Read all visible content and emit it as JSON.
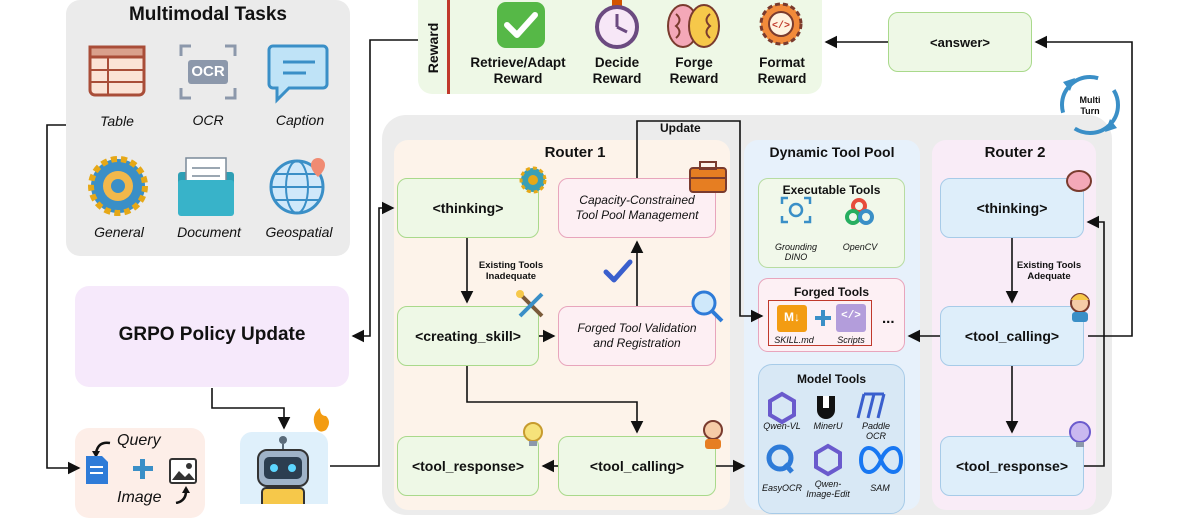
{
  "multimodal": {
    "title": "Multimodal Tasks",
    "tasks": [
      "Table",
      "OCR",
      "Caption",
      "General",
      "Document",
      "Geospatial"
    ],
    "ocr_badge": "OCR"
  },
  "reward": {
    "side_label": "Reward",
    "items": [
      {
        "line1": "Retrieve/Adapt",
        "line2": "Reward"
      },
      {
        "line1": "Decide",
        "line2": "Reward"
      },
      {
        "line1": "Forge",
        "line2": "Reward"
      },
      {
        "line1": "Format",
        "line2": "Reward"
      }
    ]
  },
  "answer": "<answer>",
  "multi_turn": {
    "line1": "Multi",
    "line2": "Turn"
  },
  "grpo": "GRPO Policy Update",
  "input": {
    "query": "Query",
    "image": "Image"
  },
  "update_label": "Update",
  "router1": {
    "title": "Router 1",
    "thinking": "<thinking>",
    "creating_skill": "<creating_skill>",
    "tool_response": "<tool_response>",
    "tool_calling": "<tool_calling>",
    "capacity": {
      "line1": "Capacity-Constrained",
      "line2": "Tool Pool Management"
    },
    "forged_validation": {
      "line1": "Forged Tool Validation",
      "line2": "and Registration"
    },
    "cond": {
      "line1": "Existing Tools",
      "line2": "Inadequate"
    }
  },
  "pool": {
    "title": "Dynamic Tool Pool",
    "executable": {
      "title": "Executable Tools",
      "tools": [
        {
          "line1": "Grounding",
          "line2": "DINO"
        },
        {
          "line1": "OpenCV",
          "line2": ""
        }
      ]
    },
    "forged": {
      "title": "Forged Tools",
      "md_badge": "M↓",
      "script_badge": "</>",
      "tools": [
        "SKILL.md",
        "Scripts"
      ],
      "more": "..."
    },
    "model": {
      "title": "Model Tools",
      "tools": [
        {
          "line1": "Qwen-VL",
          "line2": ""
        },
        {
          "line1": "MinerU",
          "line2": ""
        },
        {
          "line1": "Paddle",
          "line2": "OCR"
        },
        {
          "line1": "EasyOCR",
          "line2": ""
        },
        {
          "line1": "Qwen-",
          "line2": "Image-Edit"
        },
        {
          "line1": "SAM",
          "line2": ""
        }
      ]
    }
  },
  "router2": {
    "title": "Router 2",
    "thinking": "<thinking>",
    "tool_calling": "<tool_calling>",
    "tool_response": "<tool_response>",
    "cond": {
      "line1": "Existing Tools",
      "line2": "Adequate"
    }
  },
  "colors": {
    "reward_bg": "#eef8e6",
    "router1_bg": "#fdf3ea",
    "router2_bg": "#f9ecf7",
    "pool_bg": "#e7f1fb",
    "grpo_bg": "#f6e9fb",
    "tasks_bg": "#ebebeb"
  }
}
